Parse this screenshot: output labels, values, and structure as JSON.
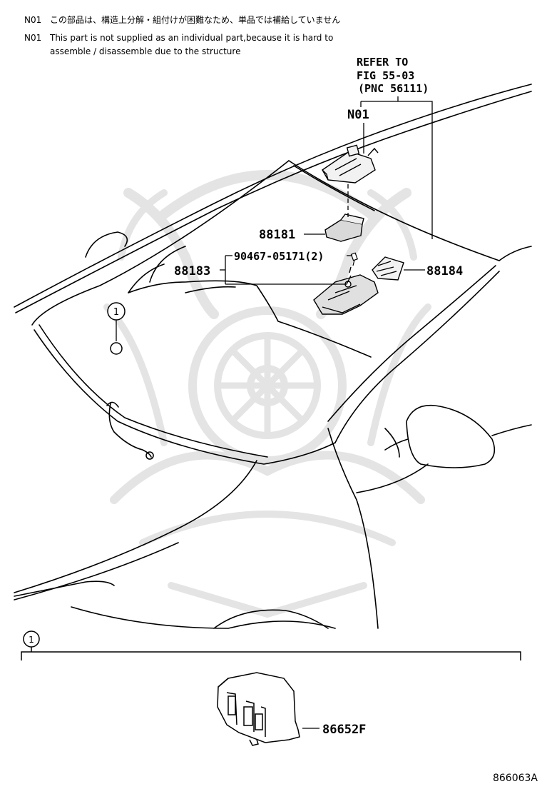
{
  "notes": [
    {
      "code": "N01",
      "text": "この部品は、構造上分解・組付けが困難なため、単品では補給していません"
    },
    {
      "code": "N01",
      "text": "This part is not supplied as an individual part,because it is hard to"
    },
    {
      "code": "",
      "text": "assemble / disassemble due to the structure"
    }
  ],
  "reference": {
    "line1": "REFER TO",
    "line2": "FIG 55-03",
    "line3": "(PNC 56111)"
  },
  "callouts": {
    "n01": "N01",
    "part_88181": "88181",
    "part_90467": "90467-05171(2)",
    "part_88183": "88183",
    "part_88184": "88184",
    "part_86652f": "86652F"
  },
  "circle_ref": "1",
  "detail_ref": "1",
  "figure_code": "866063A",
  "colors": {
    "line": "#000000",
    "watermark": "#e6e6e6",
    "part_fill": "#d9d9d9"
  }
}
